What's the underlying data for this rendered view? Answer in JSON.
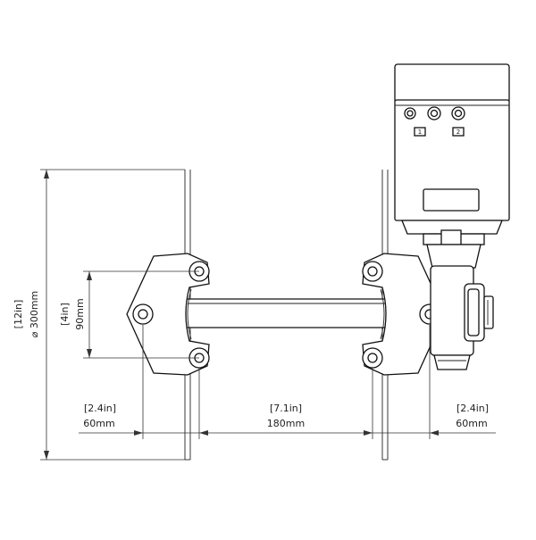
{
  "diagram": {
    "dimensions": {
      "diameter": {
        "imperial": "12in",
        "metric": "300mm",
        "symbol": "⌀"
      },
      "height": {
        "imperial": "4in",
        "metric": "90mm"
      },
      "left_span": {
        "imperial": "2.4in",
        "metric": "60mm"
      },
      "center_span": {
        "imperial": "7.1in",
        "metric": "180mm"
      },
      "right_span": {
        "imperial": "2.4in",
        "metric": "60mm"
      }
    },
    "motor": {
      "port_labels": [
        "1",
        "2"
      ]
    },
    "colors": {
      "line": "#111111",
      "dimension": "#333333",
      "background": "#ffffff"
    }
  }
}
